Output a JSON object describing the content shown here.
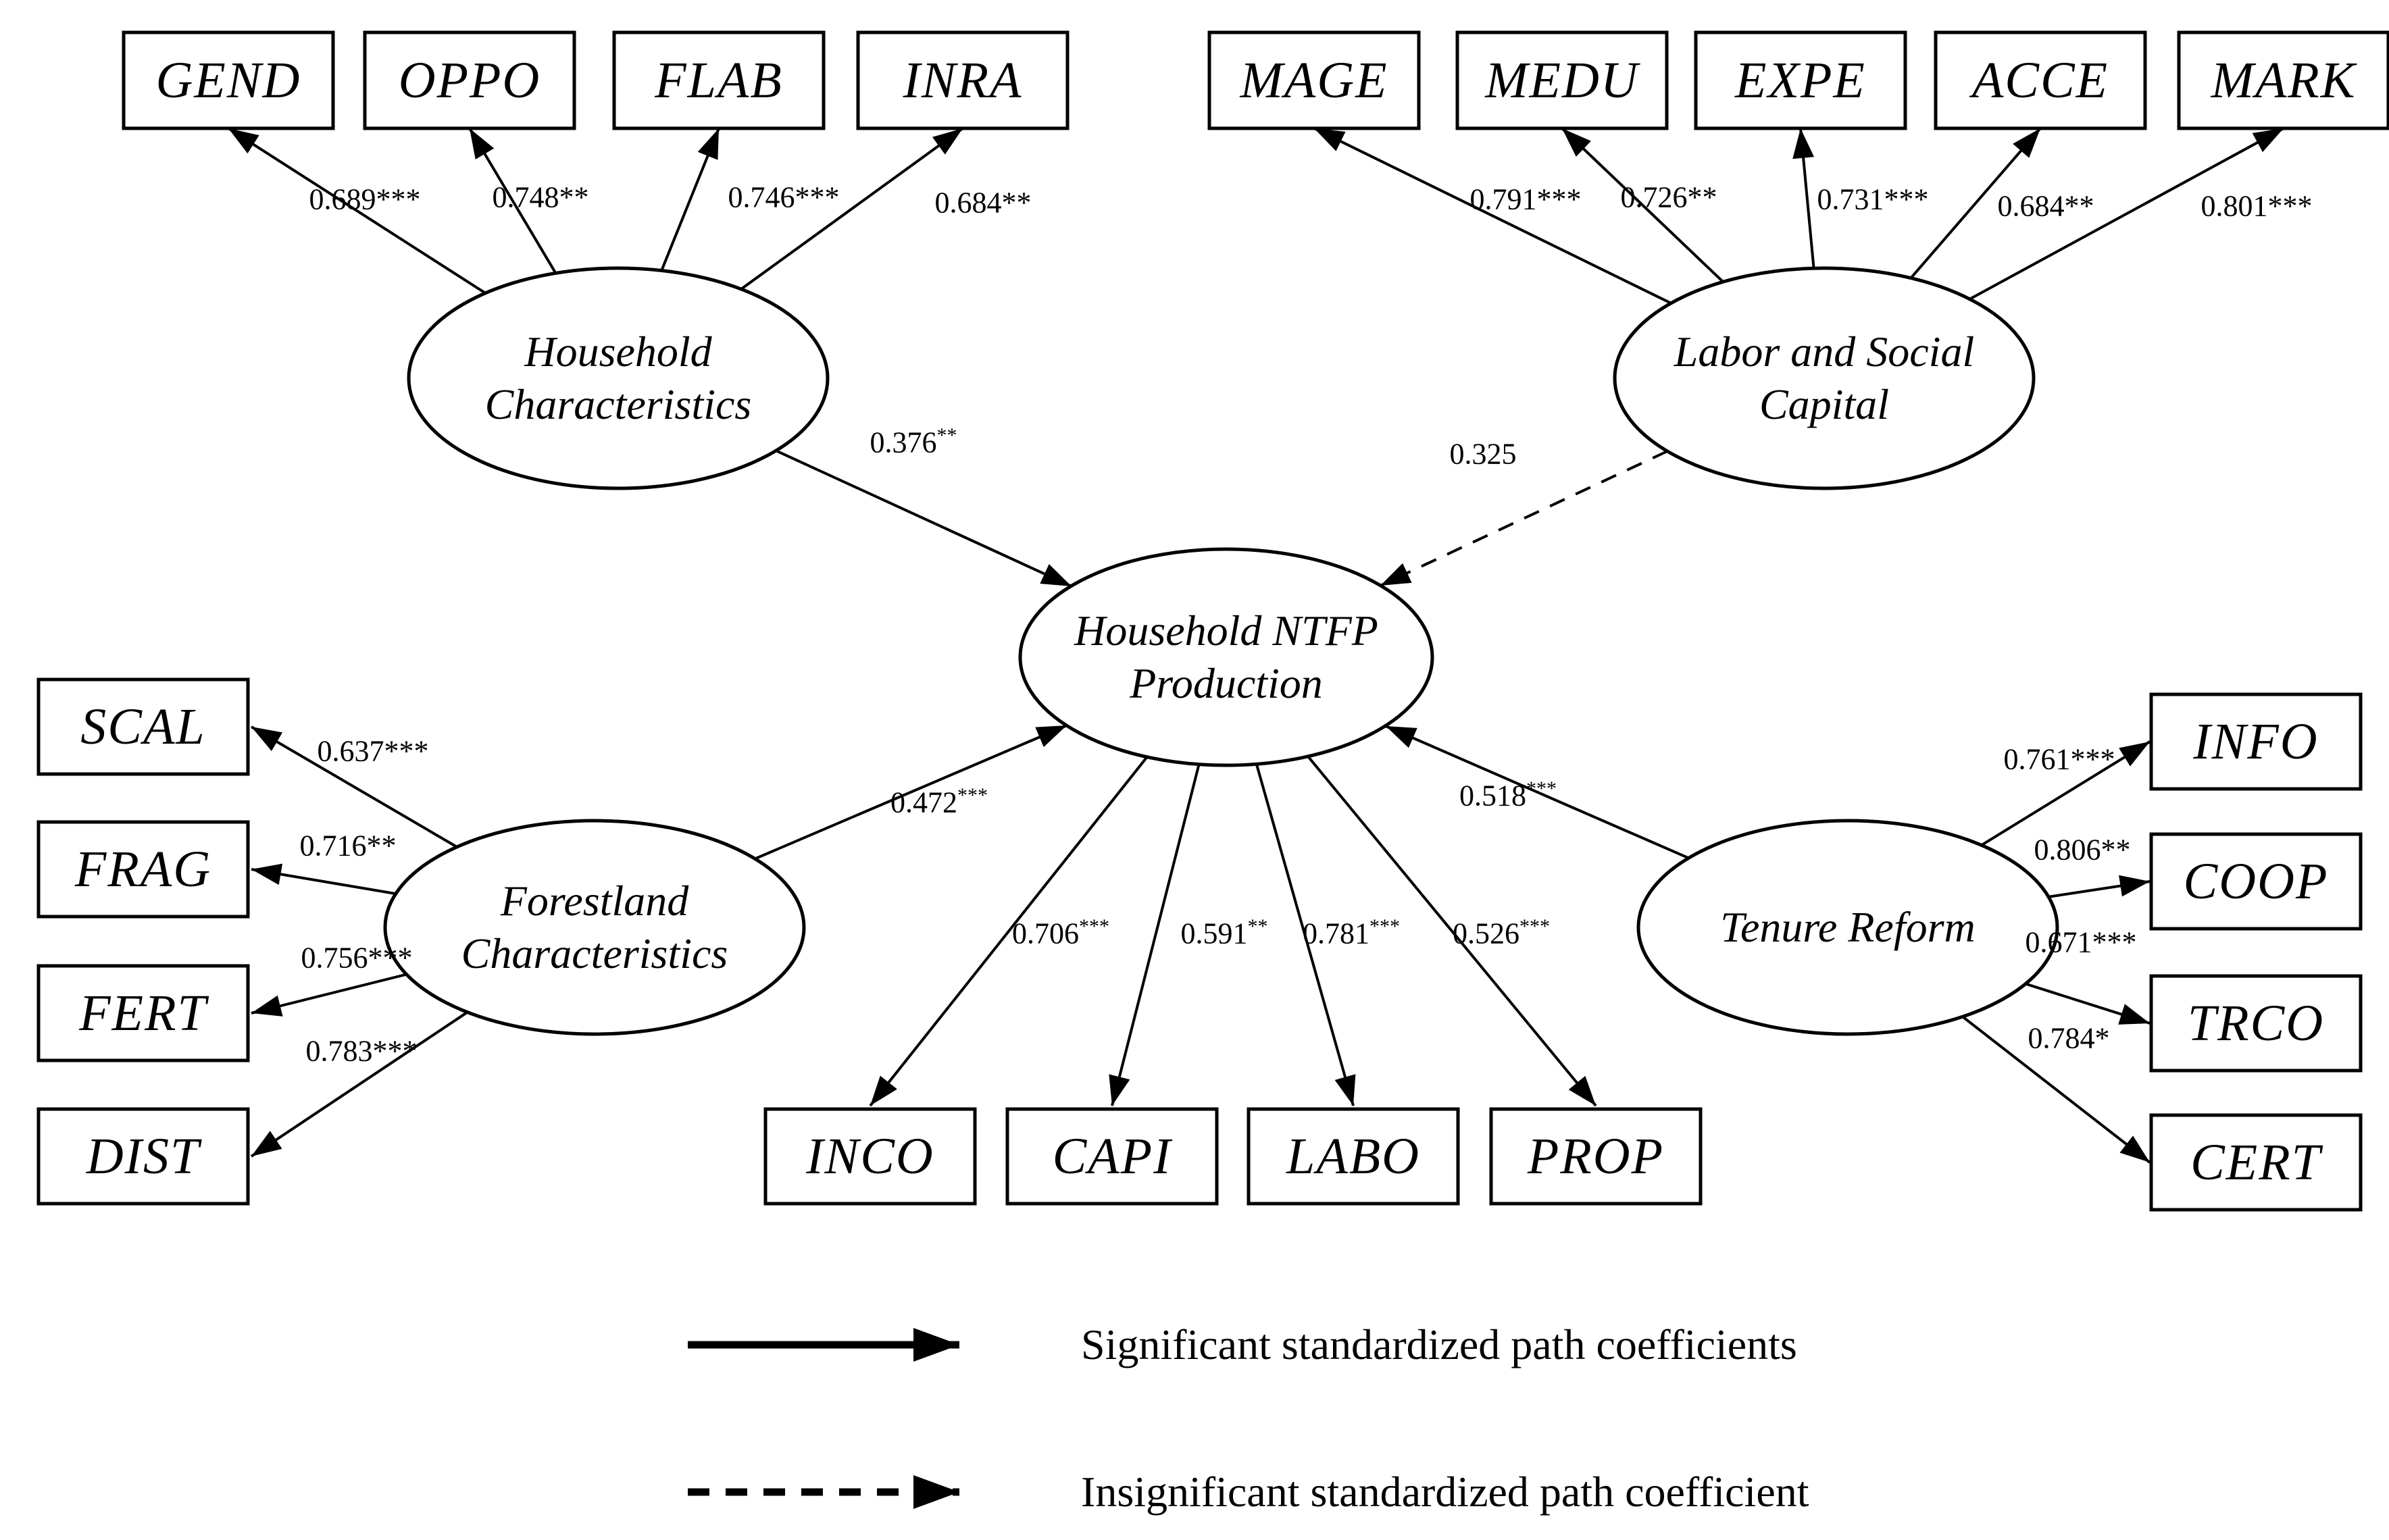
{
  "latents": {
    "household": {
      "line1": "Household",
      "line2": "Characteristics"
    },
    "labor": {
      "line1": "Labor and Social",
      "line2": "Capital"
    },
    "ntfp": {
      "line1": "Household NTFP",
      "line2": "Production"
    },
    "forestland": {
      "line1": "Forestland",
      "line2": "Characteristics"
    },
    "tenure": {
      "line1": "Tenure Reform"
    }
  },
  "indicators": {
    "gend": {
      "code": "GEND",
      "loading": "0.689***"
    },
    "oppo": {
      "code": "OPPO",
      "loading": "0.748**"
    },
    "flab": {
      "code": "FLAB",
      "loading": "0.746***"
    },
    "inra": {
      "code": "INRA",
      "loading": "0.684**"
    },
    "mage": {
      "code": "MAGE",
      "loading": "0.791***"
    },
    "medu": {
      "code": "MEDU",
      "loading": "0.726**"
    },
    "expe": {
      "code": "EXPE",
      "loading": "0.731***"
    },
    "acce": {
      "code": "ACCE",
      "loading": "0.684**"
    },
    "mark": {
      "code": "MARK",
      "loading": "0.801***"
    },
    "scal": {
      "code": "SCAL",
      "loading": "0.637***"
    },
    "frag": {
      "code": "FRAG",
      "loading": "0.716**"
    },
    "fert": {
      "code": "FERT",
      "loading": "0.756***"
    },
    "dist": {
      "code": "DIST",
      "loading": "0.783***"
    },
    "info": {
      "code": "INFO",
      "loading": "0.761***"
    },
    "coop": {
      "code": "COOP",
      "loading": "0.806**"
    },
    "trco": {
      "code": "TRCO",
      "loading": "0.671***"
    },
    "cert": {
      "code": "CERT",
      "loading": "0.784*"
    },
    "inco": {
      "code": "INCO",
      "value": "0.706",
      "stars": "***"
    },
    "capi": {
      "code": "CAPI",
      "value": "0.591",
      "stars": "**"
    },
    "labo": {
      "code": "LABO",
      "value": "0.781",
      "stars": "***"
    },
    "prop": {
      "code": "PROP",
      "value": "0.526",
      "stars": "***"
    }
  },
  "paths": {
    "household_ntfp": {
      "value": "0.376",
      "stars": "**",
      "significant": true
    },
    "labor_ntfp": {
      "value": "0.325",
      "stars": "",
      "significant": false
    },
    "forestland_ntfp": {
      "value": "0.472",
      "stars": "***",
      "significant": true
    },
    "tenure_ntfp": {
      "value": "0.518",
      "stars": "***",
      "significant": true
    }
  },
  "legend": {
    "solid": "Significant standardized path coefficients",
    "dashed": "Insignificant standardized path coefficient"
  },
  "colors": {
    "line": "#000000",
    "background": "#ffffff"
  }
}
